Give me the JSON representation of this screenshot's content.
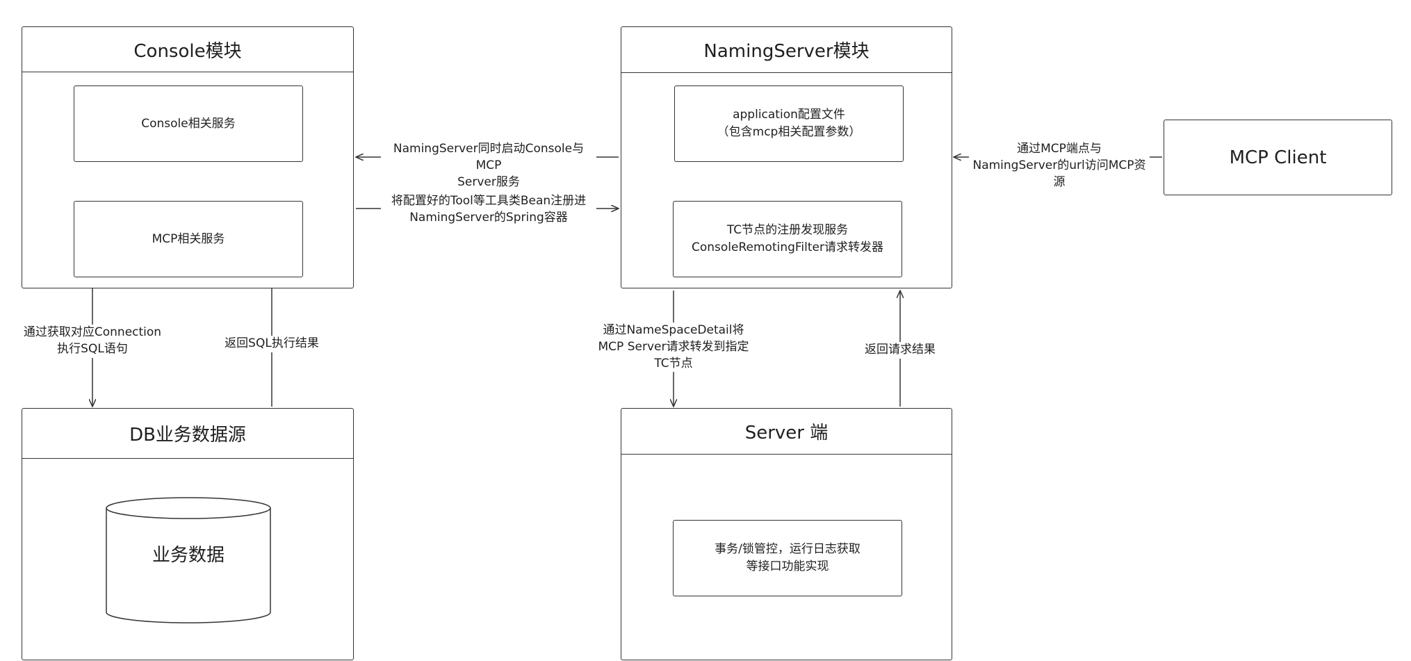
{
  "console_module": {
    "title": "Console模块",
    "service_console": "Console相关服务",
    "service_mcp": "MCP相关服务"
  },
  "naming_module": {
    "title": "NamingServer模块",
    "config_file": "application配置文件\n（包含mcp相关配置参数）",
    "tc_service": "TC节点的注册发现服务\nConsoleRemotingFilter请求转发器"
  },
  "mcp_client": {
    "title": "MCP Client"
  },
  "db_module": {
    "title": "DB业务数据源",
    "cylinder_label": "业务数据"
  },
  "server_module": {
    "title": "Server 端",
    "inner": "事务/锁管控，运行日志获取\n等接口功能实现"
  },
  "edges": {
    "naming_to_console": "NamingServer同时启动Console与MCP\nServer服务",
    "console_to_naming": "将配置好的Tool等工具类Bean注册进\nNamingServer的Spring容器",
    "client_to_naming": "通过MCP端点与\nNamingServer的url访问MCP资源",
    "console_to_db": "通过获取对应Connection\n执行SQL语句",
    "db_to_console": "返回SQL执行结果",
    "naming_to_server": "通过NameSpaceDetail将\nMCP Server请求转发到指定\nTC节点",
    "server_to_naming": "返回请求结果"
  }
}
